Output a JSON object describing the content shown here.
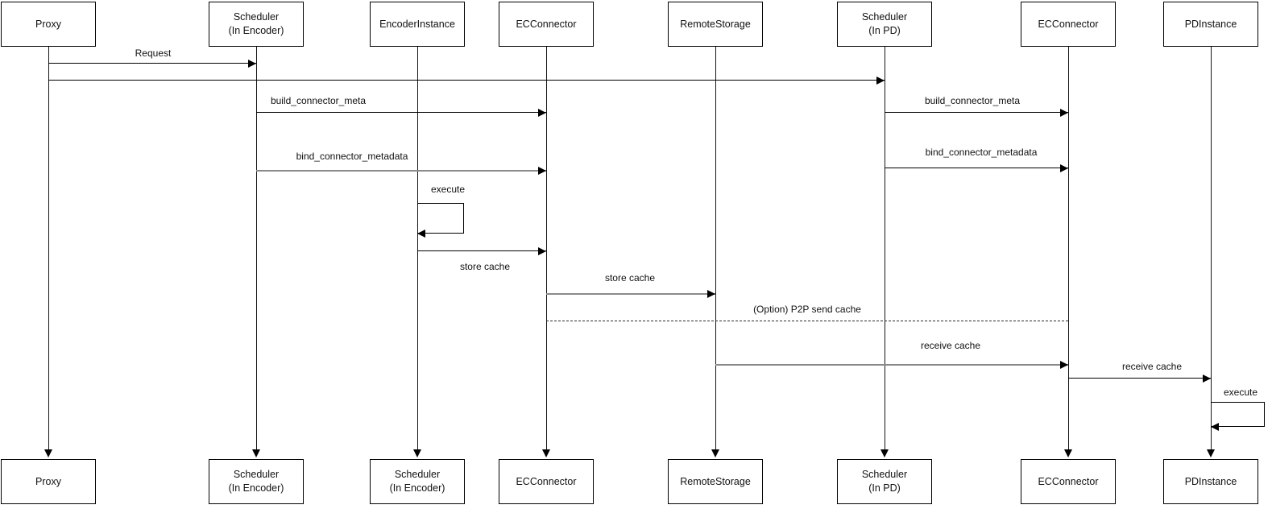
{
  "diagram": {
    "type": "sequence-diagram",
    "background": "#ffffff",
    "colors": {
      "line": "#000000",
      "gray_line": "#8a8a8a",
      "text": "#111111"
    },
    "participants": [
      {
        "top_label": "Proxy",
        "bottom_label": "Proxy"
      },
      {
        "top_label": "Scheduler\n(In Encoder)",
        "bottom_label": "Scheduler\n(In Encoder)"
      },
      {
        "top_label": "EncoderInstance",
        "bottom_label": "Scheduler\n(In Encoder)"
      },
      {
        "top_label": "ECConnector",
        "bottom_label": "ECConnector"
      },
      {
        "top_label": "RemoteStorage",
        "bottom_label": "RemoteStorage"
      },
      {
        "top_label": "Scheduler\n(In PD)",
        "bottom_label": "Scheduler\n(In PD)"
      },
      {
        "top_label": "ECConnector",
        "bottom_label": "ECConnector"
      },
      {
        "top_label": "PDInstance",
        "bottom_label": "PDInstance"
      }
    ],
    "messages": [
      {
        "label": "Request",
        "from": "Proxy",
        "to": "Scheduler (In Encoder)",
        "line": "solid"
      },
      {
        "label": "",
        "from": "Proxy",
        "to": "Scheduler (In PD)",
        "line": "solid"
      },
      {
        "label": "build_connector_meta",
        "from": "Scheduler (In Encoder)",
        "to": "ECConnector",
        "line": "solid"
      },
      {
        "label": "build_connector_meta",
        "from": "Scheduler (In PD)",
        "to": "ECConnector",
        "line": "solid"
      },
      {
        "label": "bind_connector_metadata",
        "from": "Scheduler (In Encoder)",
        "to": "ECConnector",
        "line": "solid"
      },
      {
        "label": "bind_connector_metadata",
        "from": "Scheduler (In PD)",
        "to": "ECConnector",
        "line": "solid"
      },
      {
        "label": "execute",
        "from": "EncoderInstance",
        "to": "EncoderInstance",
        "line": "self"
      },
      {
        "label": "store cache",
        "from": "EncoderInstance",
        "to": "ECConnector",
        "line": "solid"
      },
      {
        "label": "store cache",
        "from": "ECConnector",
        "to": "RemoteStorage",
        "line": "solid"
      },
      {
        "label": "(Option) P2P send cache",
        "from": "ECConnector",
        "to": "ECConnector",
        "line": "dashed"
      },
      {
        "label": "receive cache",
        "from": "RemoteStorage",
        "to": "ECConnector",
        "line": "solid"
      },
      {
        "label": "receive cache",
        "from": "ECConnector",
        "to": "PDInstance",
        "line": "solid"
      },
      {
        "label": "execute",
        "from": "PDInstance",
        "to": "PDInstance",
        "line": "self"
      }
    ]
  }
}
